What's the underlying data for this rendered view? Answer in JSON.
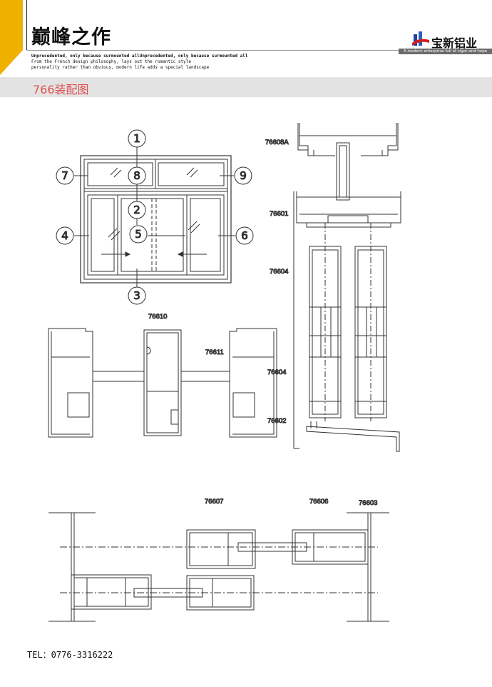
{
  "header": {
    "title": "巅峰之作",
    "line1": "Unprecedented, only because surmounted allUnprecedented, only because surmounted all",
    "line2": "From the French design philosophy, lays out the romantic style",
    "line3": "personality rather than obvious, modern life adds a special landscape"
  },
  "brand": {
    "name": "宝新铝业",
    "tagline": "A modern enterprise full of vigor and hope"
  },
  "section": {
    "title": "766装配图"
  },
  "callouts": [
    "1",
    "2",
    "3",
    "4",
    "5",
    "6",
    "7",
    "8",
    "9"
  ],
  "profiles": {
    "p76608a": "76608A",
    "p76601": "76601",
    "p76604a": "76604",
    "p76604b": "76604",
    "p76602": "76602",
    "p76610": "76610",
    "p76611": "76611",
    "p76607": "76607",
    "p76606": "76606",
    "p76603": "76603"
  },
  "footer": {
    "tel": "TEL：0776-3316222"
  },
  "colors": {
    "accent": "#f0b000",
    "band_text": "#e05050",
    "brand_red": "#d02020",
    "brand_blue": "#2040a0"
  }
}
